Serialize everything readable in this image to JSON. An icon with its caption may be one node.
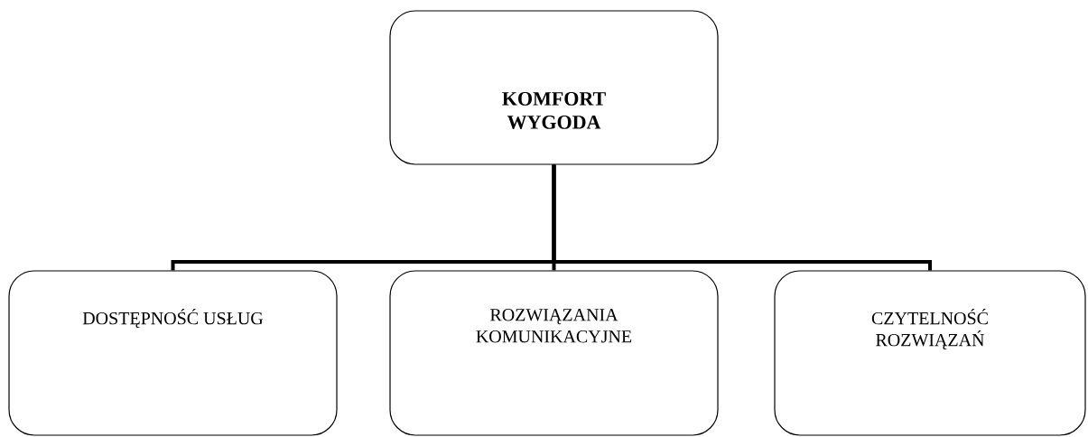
{
  "diagram": {
    "nodes": [
      {
        "text": [
          "KOMFORT WYGODA"
        ]
      },
      {
        "text": [
          "DOSTĘPNOŚĆ USŁUG"
        ]
      },
      {
        "text": [
          "ROZWIĄZANIA KOMUNIKACYJNE"
        ]
      },
      {
        "text": [
          "CZYTELNOŚĆ ROZWIĄZAŃ"
        ]
      }
    ],
    "edges": [
      {
        "from": 0,
        "to": 1,
        "arrow": "none"
      },
      {
        "from": 0,
        "to": 2,
        "arrow": "none"
      },
      {
        "from": 0,
        "to": 3,
        "arrow": "none"
      }
    ]
  }
}
